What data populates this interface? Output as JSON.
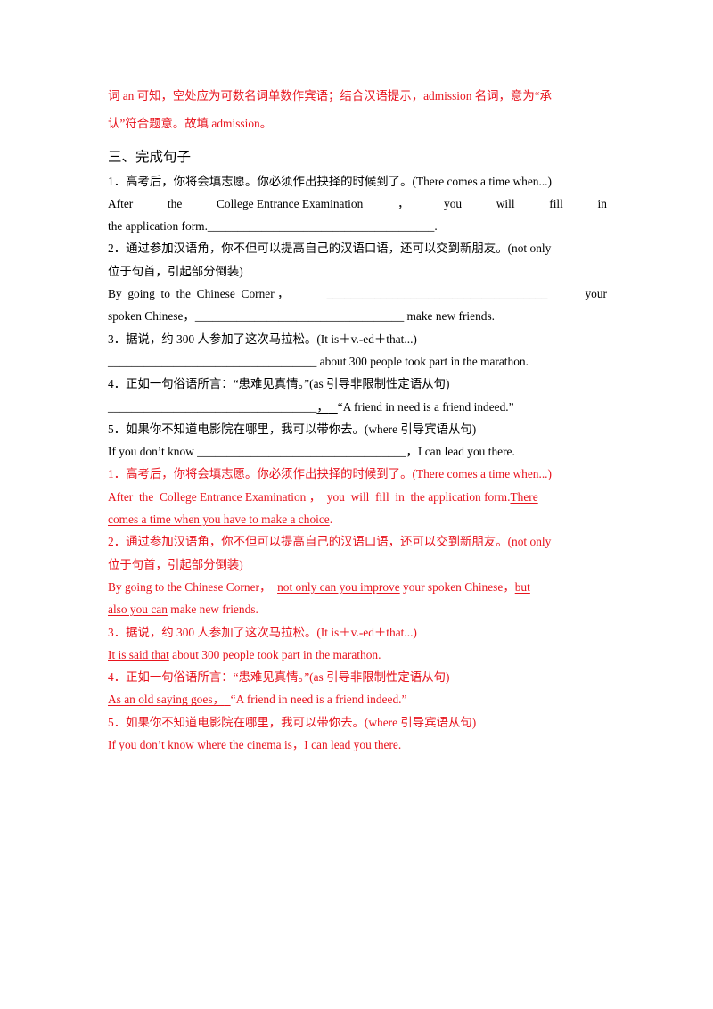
{
  "intro": {
    "line1": "词 an 可知，空处应为可数名词单数作宾语；结合汉语提示，admission 名词，意为“承",
    "line2": "认”符合题意。故填 admission。"
  },
  "section_title": "三、完成句子",
  "questions": {
    "q1": {
      "prompt": "1．高考后，你将会填志愿。你必须作出抉择的时候到了。(There comes a time when...)",
      "words": [
        "After",
        "the",
        "College Entrance Examination",
        "，",
        "you",
        "will",
        "fill",
        "in"
      ],
      "line2": "the application form.______________________________________."
    },
    "q2": {
      "prompt1": "2．通过参加汉语角，你不但可以提高自己的汉语口语，还可以交到新朋友。(not only",
      "prompt2": "位于句首，引起部分倒装)",
      "line1_start": "By  going  to  the  Chinese  Corner ，",
      "line1_blank": "_____________________________________",
      "line1_end": "your",
      "line2": "spoken Chinese，___________________________________ make new friends."
    },
    "q3": {
      "prompt": "3．据说，约 300 人参加了这次马拉松。(It is＋v.-ed＋that...)",
      "line": "___________________________________ about 300 people took part in the marathon."
    },
    "q4": {
      "prompt": "4．正如一句俗语所言：“患难见真情。”(as 引导非限制性定语从句)",
      "blank": "___________________________________",
      "comma": "，",
      "rest": "“A friend in need is a friend indeed.”"
    },
    "q5": {
      "prompt": "5．如果你不知道电影院在哪里，我可以带你去。(where 引导宾语从句)",
      "line": "If you don’t know ___________________________________，I can lead you there."
    }
  },
  "answers": {
    "a1": {
      "prompt": "1．高考后，你将会填志愿。你必须作出抉择的时候到了。(There comes a time when...)",
      "line1_text": "After  the  College Entrance Examination ，  you  will  fill  in  the application form.",
      "line1_answer": "There",
      "line2_answer": "comes a time when you have to make a choice",
      "line2_end": "."
    },
    "a2": {
      "prompt1": "2．通过参加汉语角，你不但可以提高自己的汉语口语，还可以交到新朋友。(not only",
      "prompt2": "位于句首，引起部分倒装)",
      "line1_start": "By going to the Chinese Corner，",
      "line1_answer": "not only can you improve",
      "line1_mid": " your spoken Chinese，",
      "line1_answer2": "but",
      "line2_answer": "also you can",
      "line2_end": " make new friends."
    },
    "a3": {
      "prompt": "3．据说，约 300 人参加了这次马拉松。(It is＋v.-ed＋that...)",
      "answer": "It is said that",
      "rest": " about 300 people took part in the marathon."
    },
    "a4": {
      "prompt": "4．正如一句俗语所言：“患难见真情。”(as 引导非限制性定语从句)",
      "answer": "As an old saying goes，",
      "rest": "“A friend in need is a friend indeed.”"
    },
    "a5": {
      "prompt": "5．如果你不知道电影院在哪里，我可以带你去。(where 引导宾语从句)",
      "start": "If you don’t know ",
      "answer": "where the cinema is",
      "rest": "，I can lead you there."
    }
  }
}
